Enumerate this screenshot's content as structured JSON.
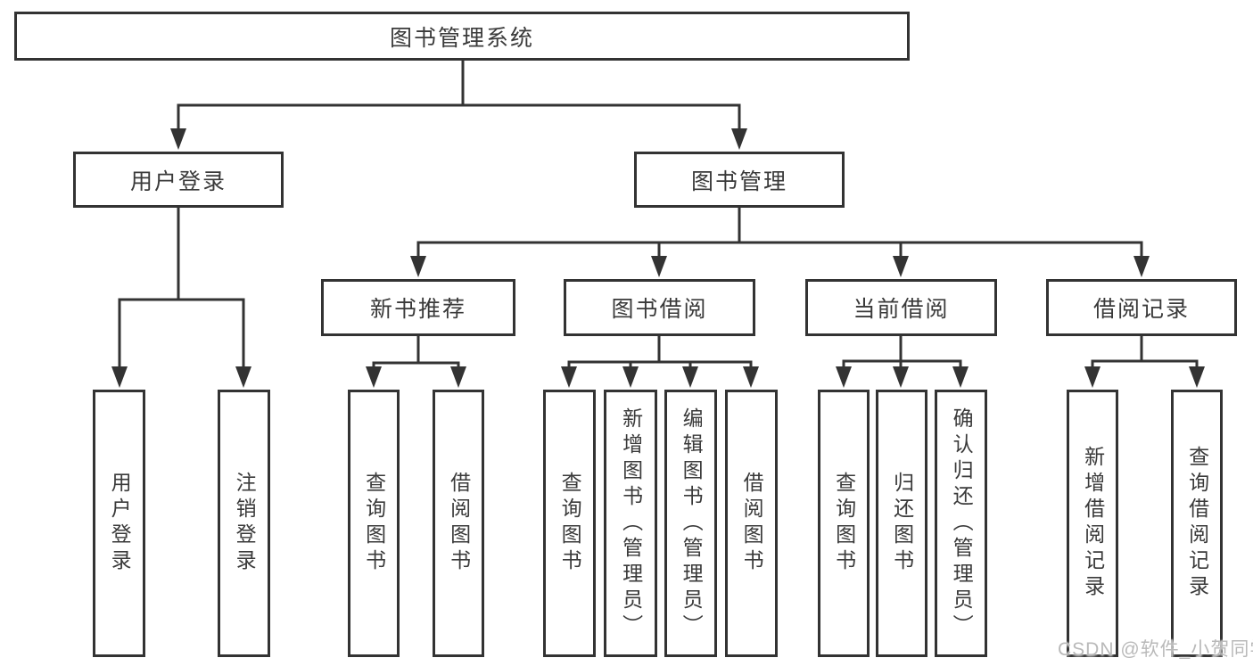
{
  "colors": {
    "line": "#333333",
    "text": "#3a3a3a",
    "background": "#ffffff",
    "watermark": "#b9b9b9"
  },
  "watermark": {
    "text": "CSDN @软件_小贺同学"
  },
  "tree": {
    "root": {
      "label": "图书管理系统"
    },
    "children": [
      {
        "label": "用户登录",
        "children": [
          {
            "label": "用户登录"
          },
          {
            "label": "注销登录"
          }
        ]
      },
      {
        "label": "图书管理",
        "children": [
          {
            "label": "新书推荐",
            "children": [
              {
                "label": "查询图书"
              },
              {
                "label": "借阅图书"
              }
            ]
          },
          {
            "label": "图书借阅",
            "children": [
              {
                "label": "查询图书"
              },
              {
                "label": "新增图书（管理员）"
              },
              {
                "label": "编辑图书（管理员）"
              },
              {
                "label": "借阅图书"
              }
            ]
          },
          {
            "label": "当前借阅",
            "children": [
              {
                "label": "查询图书"
              },
              {
                "label": "归还图书"
              },
              {
                "label": "确认归还（管理员）"
              }
            ]
          },
          {
            "label": "借阅记录",
            "children": [
              {
                "label": "新增借阅记录"
              },
              {
                "label": "查询借阅记录"
              }
            ]
          }
        ]
      }
    ]
  }
}
